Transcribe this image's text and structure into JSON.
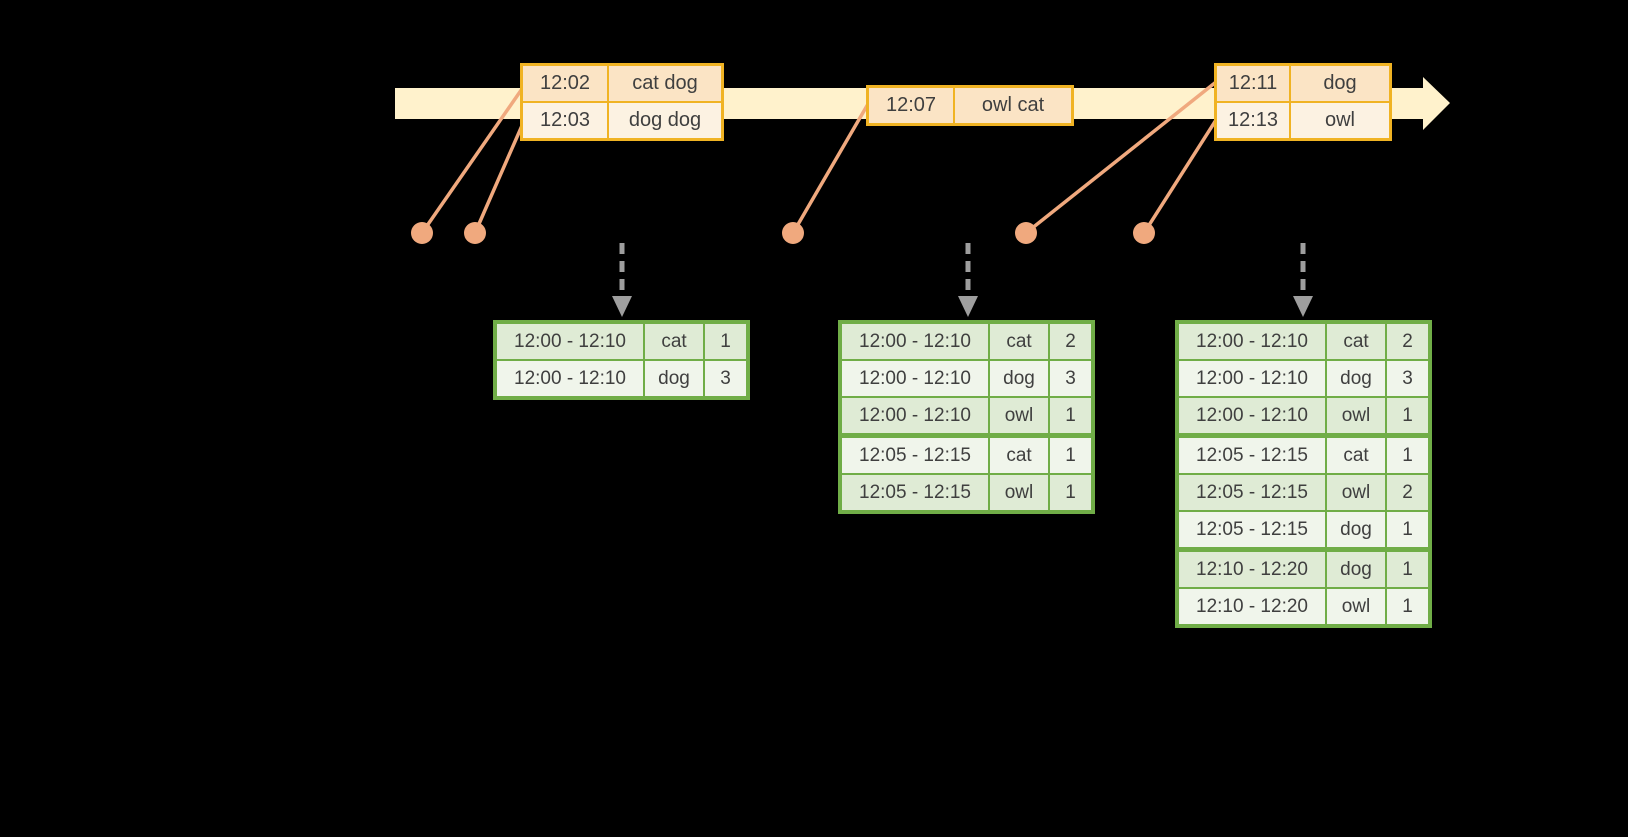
{
  "palette": {
    "background": "#000000",
    "text": "#3f3f3f",
    "timeline_fill": "#fff2cc",
    "event_border": "#f0b323",
    "event_row_odd": "#fbe4c5",
    "event_row_even": "#fcf2e2",
    "marker": "#f0a97e",
    "trigger_arrow": "#9e9e9e",
    "result_border": "#70ad47",
    "result_row_odd": "#dfebd5",
    "result_row_even": "#f0f5eb"
  },
  "icons": {
    "timeline": "right-arrow-band",
    "event_marker": "circle-dot",
    "trigger": "dashed-down-arrow"
  },
  "event_tables": [
    {
      "rows": [
        {
          "time": "12:02",
          "words": "cat dog"
        },
        {
          "time": "12:03",
          "words": "dog dog"
        }
      ]
    },
    {
      "rows": [
        {
          "time": "12:07",
          "words": "owl cat"
        }
      ]
    },
    {
      "rows": [
        {
          "time": "12:11",
          "words": "dog"
        },
        {
          "time": "12:13",
          "words": "owl"
        }
      ]
    }
  ],
  "result_tables": [
    {
      "rows": [
        {
          "window": "12:00 - 12:10",
          "word": "cat",
          "count": "1"
        },
        {
          "window": "12:00 - 12:10",
          "word": "dog",
          "count": "3"
        }
      ]
    },
    {
      "rows": [
        {
          "window": "12:00 - 12:10",
          "word": "cat",
          "count": "2"
        },
        {
          "window": "12:00 - 12:10",
          "word": "dog",
          "count": "3"
        },
        {
          "window": "12:00 - 12:10",
          "word": "owl",
          "count": "1"
        },
        {
          "window": "12:05 - 12:15",
          "word": "cat",
          "count": "1"
        },
        {
          "window": "12:05 - 12:15",
          "word": "owl",
          "count": "1"
        }
      ]
    },
    {
      "rows": [
        {
          "window": "12:00 - 12:10",
          "word": "cat",
          "count": "2"
        },
        {
          "window": "12:00 - 12:10",
          "word": "dog",
          "count": "3"
        },
        {
          "window": "12:00 - 12:10",
          "word": "owl",
          "count": "1"
        },
        {
          "window": "12:05 - 12:15",
          "word": "cat",
          "count": "1"
        },
        {
          "window": "12:05 - 12:15",
          "word": "owl",
          "count": "2"
        },
        {
          "window": "12:05 - 12:15",
          "word": "dog",
          "count": "1"
        },
        {
          "window": "12:10 - 12:20",
          "word": "dog",
          "count": "1"
        },
        {
          "window": "12:10 - 12:20",
          "word": "owl",
          "count": "1"
        }
      ]
    }
  ]
}
